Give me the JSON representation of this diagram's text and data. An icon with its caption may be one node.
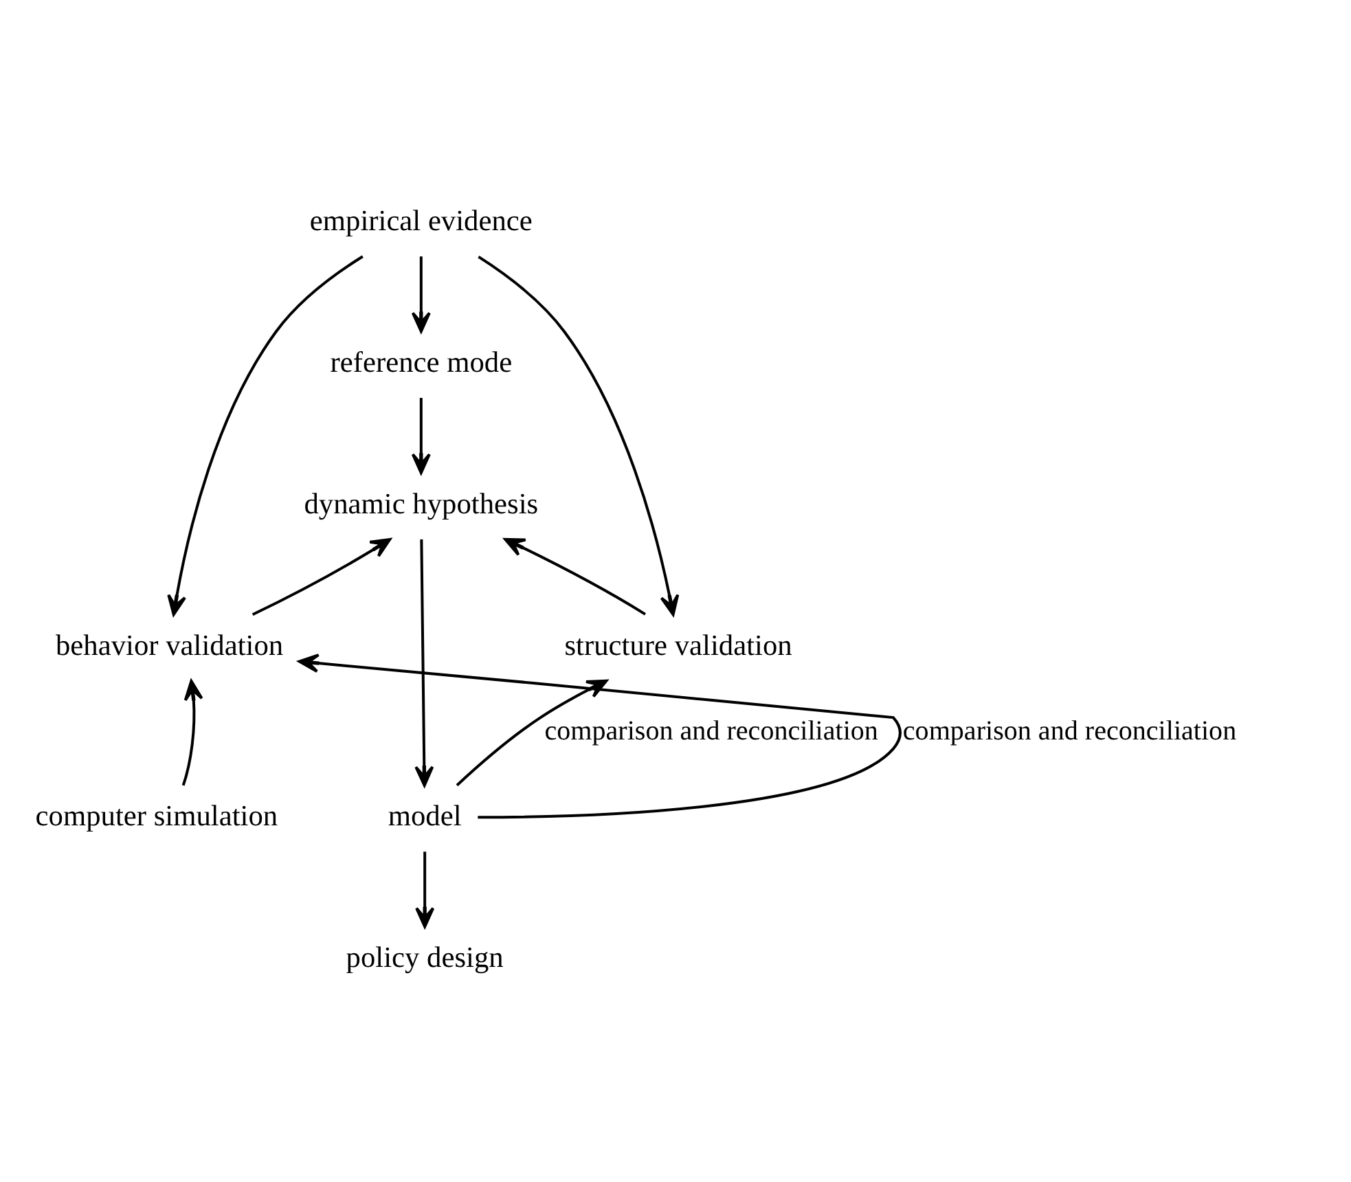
{
  "diagram": {
    "nodes": [
      {
        "text": [
          "empirical evidence"
        ]
      },
      {
        "text": [
          "reference mode"
        ]
      },
      {
        "text": [
          "dynamic hypothesis"
        ]
      },
      {
        "text": [
          "structure validation"
        ]
      },
      {
        "text": [
          "behavior validation"
        ]
      },
      {
        "text": [
          "model"
        ]
      },
      {
        "text": [
          "computer simulation"
        ]
      },
      {
        "text": [
          "policy design"
        ]
      }
    ],
    "edges": [
      {
        "from": 0,
        "to": 1,
        "arrow": "to"
      },
      {
        "from": 1,
        "to": 2,
        "arrow": "to"
      },
      {
        "from": 0,
        "to": 3,
        "arrow": "to"
      },
      {
        "from": 0,
        "to": 4,
        "arrow": "to"
      },
      {
        "from": 3,
        "to": 2,
        "arrow": "to"
      },
      {
        "from": 4,
        "to": 2,
        "arrow": "to"
      },
      {
        "from": 2,
        "to": 5,
        "arrow": "to"
      },
      {
        "from": 5,
        "to": 3,
        "label": "comparison and reconciliation",
        "arrow": "to"
      },
      {
        "from": 5,
        "to": 4,
        "label": "comparison and reconciliation",
        "arrow": "to"
      },
      {
        "from": 6,
        "to": 4,
        "arrow": "to"
      },
      {
        "from": 5,
        "to": 7,
        "arrow": "to"
      }
    ]
  }
}
